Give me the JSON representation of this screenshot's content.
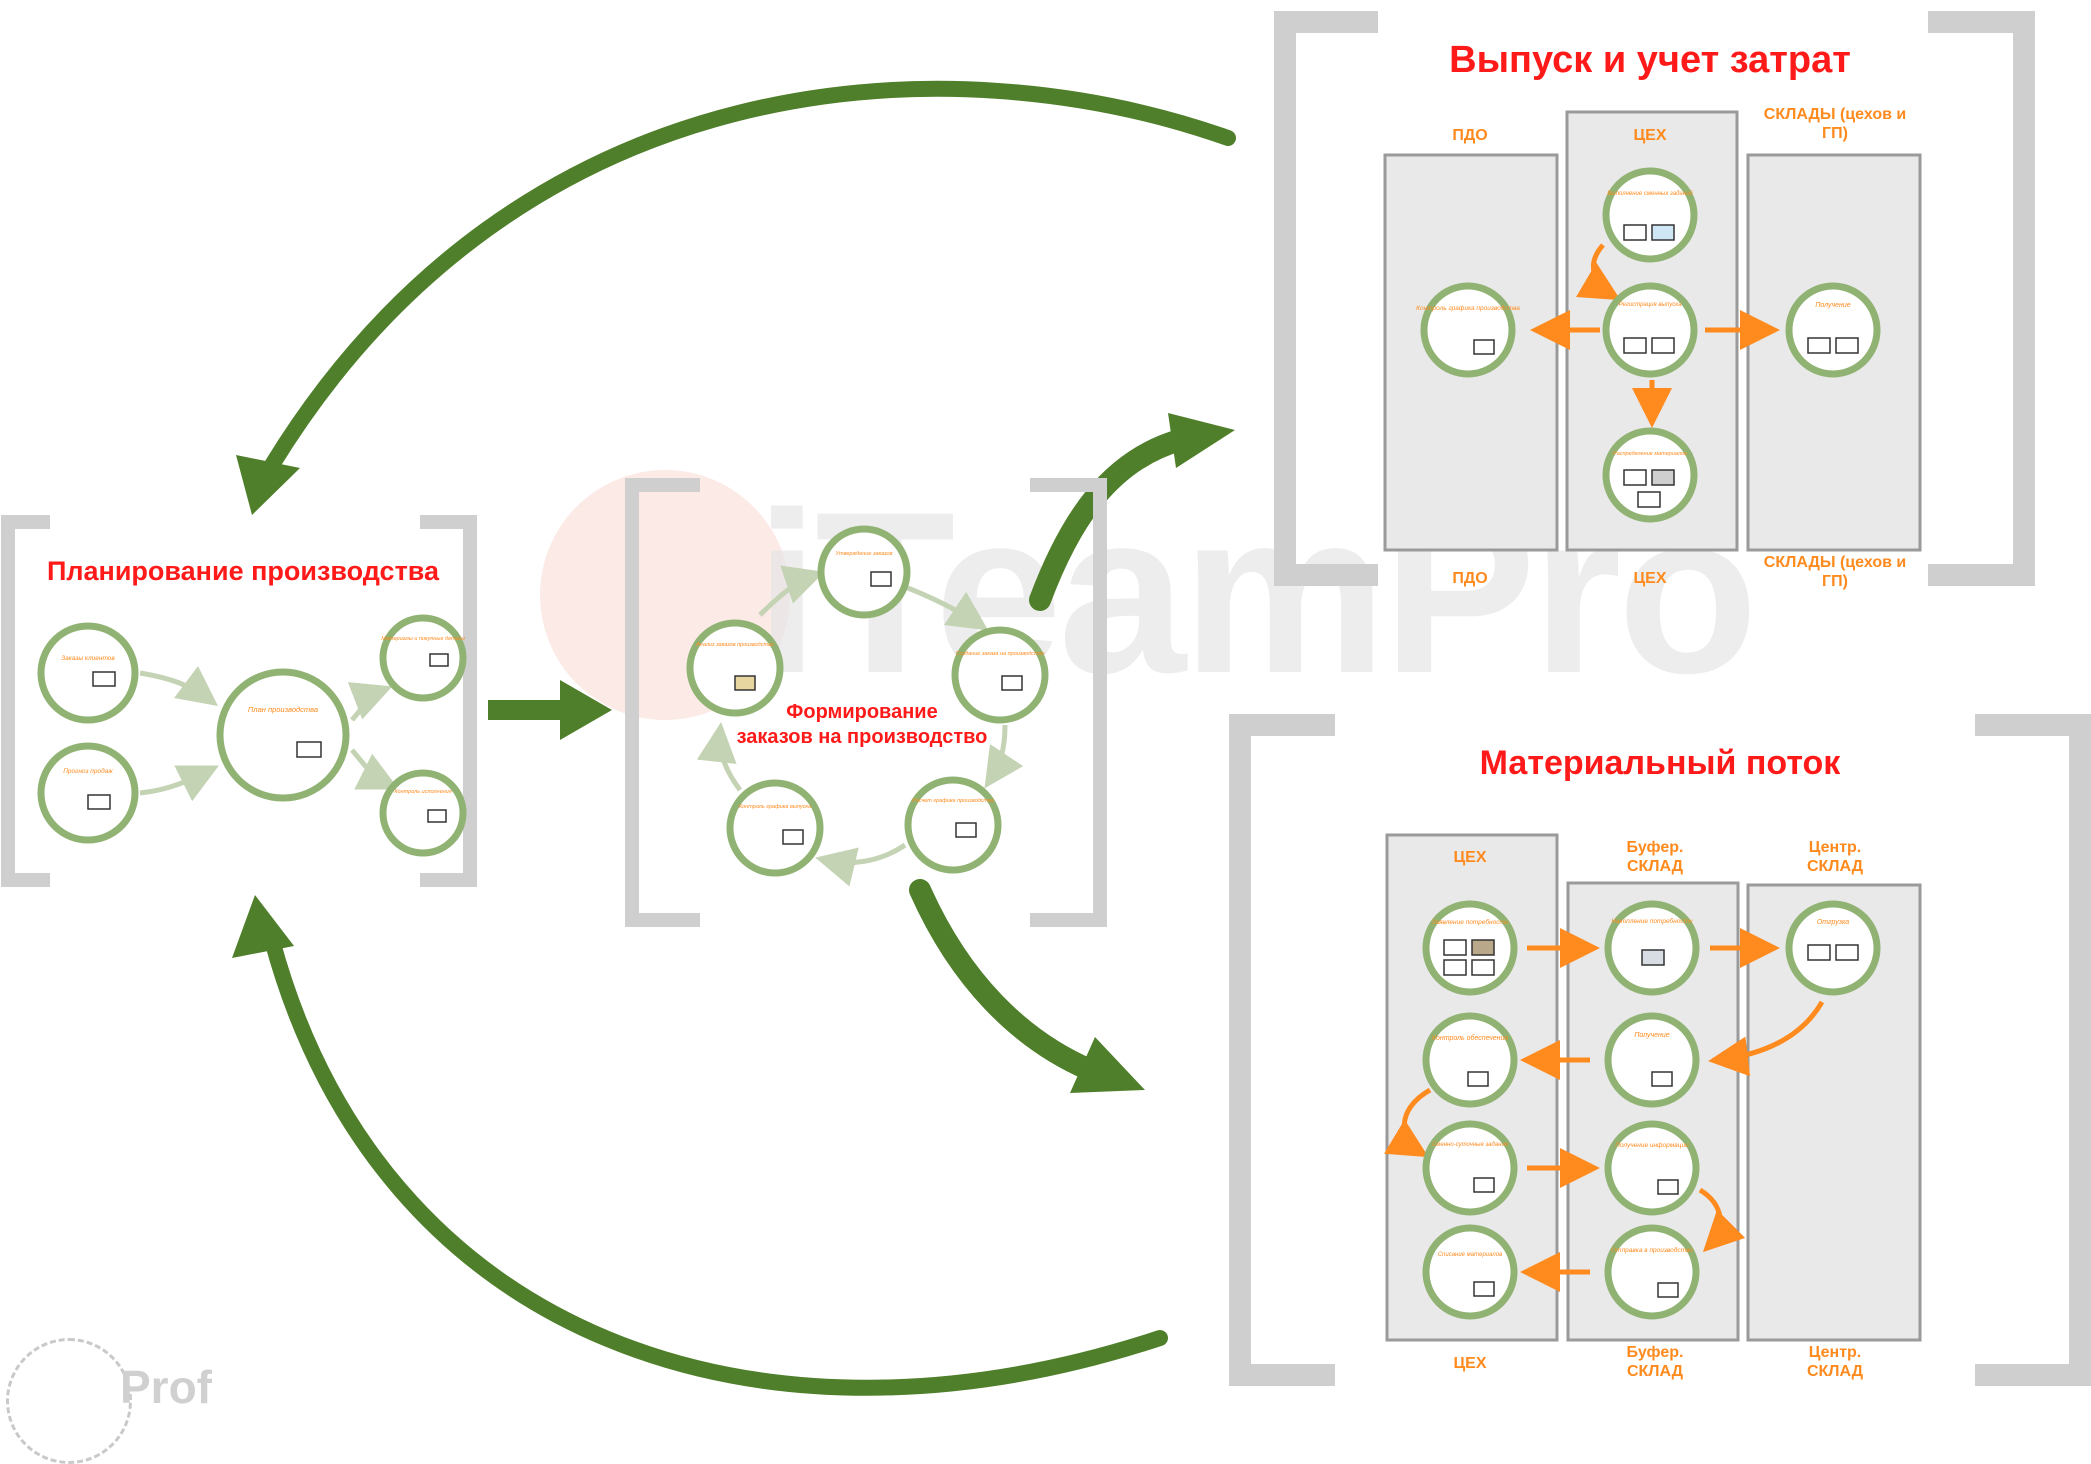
{
  "colors": {
    "accent_red": "#ff1a1a",
    "orange": "#ff8a1e",
    "green_dark": "#4f7f2a",
    "green_light": "#a8c586",
    "bracket_gray": "#c8c8c8",
    "panel_bg": "#e9e9e9",
    "panel_border": "#9a9a9a"
  },
  "watermark": {
    "text": "iTeamPro"
  },
  "logo": {
    "text": "Prof"
  },
  "planning": {
    "title": "Планирование производства",
    "node_plan": "План производства",
    "node_orders": "Заказы клиентов",
    "node_forecast": "Прогноз продаж",
    "node_out_top": "Материалы и покупные детали",
    "node_out_bottom": "Контроль исполнения"
  },
  "orders_cycle": {
    "title_line1": "Формирование",
    "title_line2": "заказов на производство",
    "nodes": [
      "Утверждение заказов",
      "Создание заказа на производство",
      "Расчет графика производства",
      "Контроль графика выпуска",
      "Анализ заказов производства"
    ]
  },
  "release": {
    "title": "Выпуск и учет затрат",
    "col_headers": [
      "ПДО",
      "ЦЕХ",
      "СКЛАДЫ (цехов и ГП)"
    ],
    "col_footers": [
      "ПДО",
      "ЦЕХ",
      "СКЛАДЫ (цехов и ГП)"
    ],
    "nodes": {
      "shift_tasks": "Выполнение сменных заданий",
      "register_output": "Регистрация выпуска",
      "control_schedule": "Контроль графика производства",
      "receiving": "Получение",
      "distribution": "Распределение материалов"
    }
  },
  "material": {
    "title": "Материальный поток",
    "col_headers": [
      "ЦЕХ",
      "Буфер. СКЛАД",
      "Центр. СКЛАД"
    ],
    "col_footers": [
      "ЦЕХ",
      "Буфер. СКЛАД",
      "Центр. СКЛАД"
    ],
    "nodes": {
      "demand_request": "Заявление потребности",
      "demand_collect": "Накопление потребности",
      "shipment": "Отгрузка",
      "supply_control": "Контроль обеспечения",
      "receiving": "Получение",
      "shift_tasks": "Сменно-суточные задания",
      "info_receive": "Получение информации",
      "send_production": "Отправка в производство",
      "writeoff": "Списание материалов"
    }
  }
}
